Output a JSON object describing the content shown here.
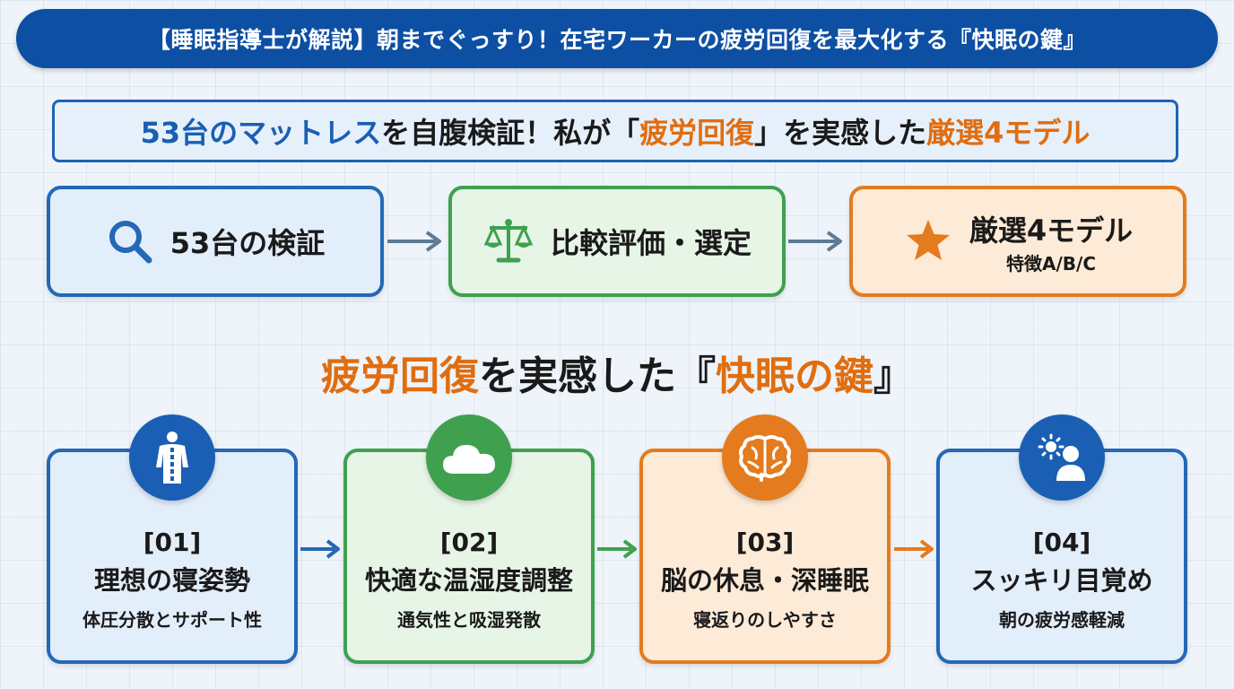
{
  "banner": {
    "text": "【睡眠指導士が解説】朝までぐっすり！在宅ワーカーの疲労回復を最大化する『快眠の鍵』"
  },
  "subtitle": {
    "part1": "53台のマットレス",
    "part2": "を自腹検証！私が「",
    "part3": "疲労回復",
    "part4": "」を実感した",
    "part5": "厳選4モデル"
  },
  "steps": [
    {
      "label": "53台の検証",
      "icon": "search-icon",
      "color": "#2468b6"
    },
    {
      "label": "比較評価・選定",
      "icon": "scale-icon",
      "color": "#3fa04f"
    },
    {
      "label": "厳選4モデル",
      "sub": "特徴A/B/C",
      "icon": "star-icon",
      "color": "#e47b1e"
    }
  ],
  "heading": {
    "part1": "疲労回復",
    "part2": "を実感した『",
    "part3": "快眠の鍵",
    "part4": "』"
  },
  "cards": [
    {
      "num": "[01]",
      "title": "理想の寝姿勢",
      "desc": "体圧分散とサポート性",
      "icon": "spine-icon",
      "color": "#2468b6"
    },
    {
      "num": "[02]",
      "title": "快適な温湿度調整",
      "desc": "通気性と吸湿発散",
      "icon": "cloud-icon",
      "color": "#3fa04f"
    },
    {
      "num": "[03]",
      "title": "脳の休息・深睡眠",
      "desc": "寝返りのしやすさ",
      "icon": "brain-icon",
      "color": "#e47b1e"
    },
    {
      "num": "[04]",
      "title": "スッキリ目覚め",
      "desc": "朝の疲労感軽減",
      "icon": "sun-person-icon",
      "color": "#2468b6"
    }
  ],
  "colors": {
    "blue": "#1a5fb4",
    "green": "#3fa04f",
    "orange": "#e47b1e",
    "navy": "#0d4fa3"
  }
}
